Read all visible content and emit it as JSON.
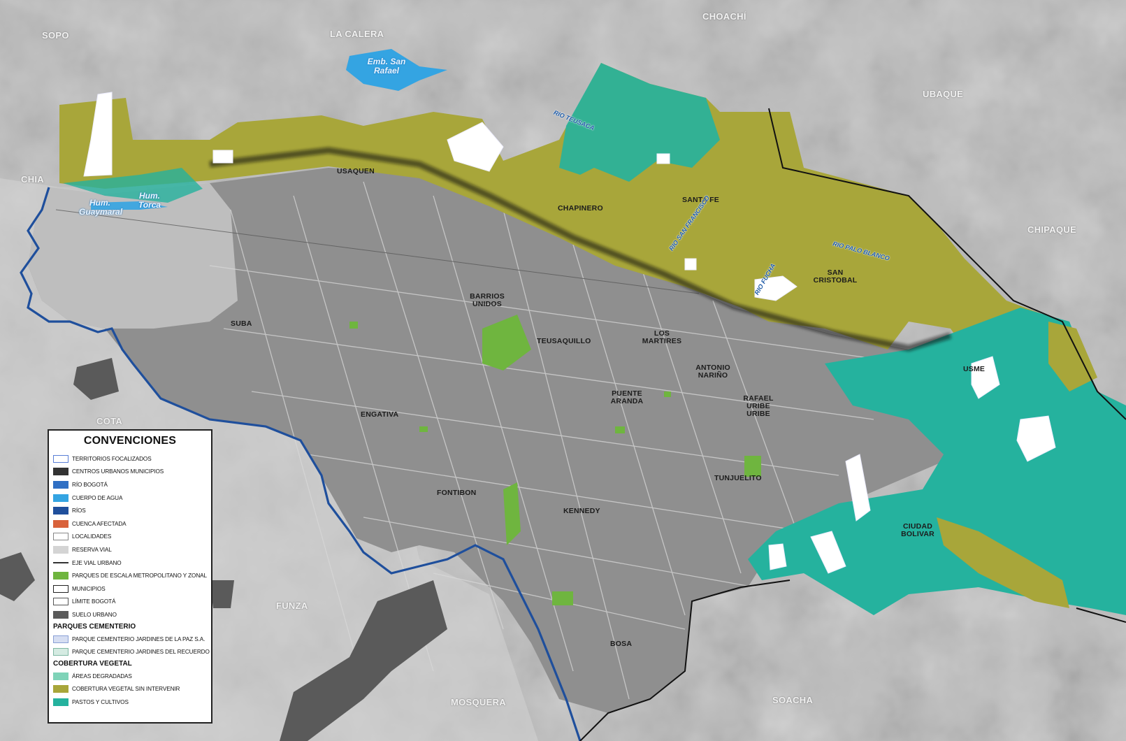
{
  "labels": {
    "external": [
      "SOPO",
      "LA CALERA",
      "CHOACHÍ",
      "CHIA",
      "UBAQUE",
      "CHIPAQUE",
      "COTA",
      "FUNZA",
      "MOSQUERA",
      "SOACHA"
    ],
    "localities": [
      "USAQUEN",
      "CHAPINERO",
      "SANTA FE",
      "SAN CRISTOBAL",
      "SUBA",
      "BARRIOS UNIDOS",
      "TEUSAQUILLO",
      "LOS MARTIRES",
      "ANTONIO NARIÑO",
      "ENGATIVA",
      "PUENTE ARANDA",
      "RAFAEL URIBE URIBE",
      "USME",
      "FONTIBON",
      "KENNEDY",
      "TUNJUELITO",
      "CIUDAD BOLIVAR",
      "BOSA"
    ],
    "water": [
      "Emb. San Rafael",
      "Hum. Guaymaral",
      "Hum. Torca"
    ],
    "rivers": [
      "RIO TEUSACA",
      "RIO SAN FRANCISCO",
      "RIO PALO BLANCO",
      "RIO FUCHA"
    ]
  },
  "legend": {
    "title": "CONVENCIONES",
    "items": [
      {
        "label": "TERRITORIOS FOCALIZADOS",
        "color": "#ffffff",
        "border": "#5a7fd6"
      },
      {
        "label": "CENTROS URBANOS MUNICIPIOS",
        "color": "#333333",
        "border": "#333333"
      },
      {
        "label": "RÍO BOGOTÁ",
        "color": "#2f6fc4",
        "border": "#2f6fc4"
      },
      {
        "label": "CUERPO DE AGUA",
        "color": "#34a4e2",
        "border": "#34a4e2"
      },
      {
        "label": "RÍOS",
        "color": "#1f4f9c",
        "border": "#1f4f9c"
      },
      {
        "label": "CUENCA AFECTADA",
        "color": "#d9623b",
        "border": "#d9623b"
      },
      {
        "label": "LOCALIDADES",
        "color": "#ffffff",
        "border": "#888888"
      },
      {
        "label": "RESERVA VIAL",
        "color": "#d4d4d4",
        "border": "#d4d4d4"
      },
      {
        "label": "EJE VIAL URBANO",
        "color": "line",
        "border": "#333333"
      },
      {
        "label": "PARQUES DE ESCALA METROPOLITANO Y ZONAL",
        "color": "#6fb53f",
        "border": "#6fb53f"
      },
      {
        "label": "MUNICIPIOS",
        "color": "#ffffff",
        "border": "#222222"
      },
      {
        "label": "LÍMITE BOGOTÁ",
        "color": "#ffffff",
        "border": "#555555"
      },
      {
        "label": "SUELO URBANO",
        "color": "#5a5a5a",
        "border": "#5a5a5a"
      }
    ],
    "cemetery_title": "PARQUES CEMENTERIO",
    "cemetery_items": [
      {
        "label": "PARQUE CEMENTERIO JARDINES DE LA PAZ S.A.",
        "color": "#d6def2",
        "border": "#8aa0d6"
      },
      {
        "label": "PARQUE CEMENTERIO JARDINES DEL RECUERDO",
        "color": "#d5ebe2",
        "border": "#7fb8a3"
      }
    ],
    "veg_title": "COBERTURA VEGETAL",
    "veg_items": [
      {
        "label": "ÁREAS DEGRADADAS",
        "color": "#7fd3b8",
        "border": "#7fd3b8"
      },
      {
        "label": "COBERTURA VEGETAL SIN INTERVENIR",
        "color": "#a8a63a",
        "border": "#a8a63a"
      },
      {
        "label": "PASTOS Y CULTIVOS",
        "color": "#25b29e",
        "border": "#25b29e"
      }
    ]
  },
  "colors": {
    "terrain": "#bdbdbd",
    "urban": "#8f8f8f",
    "vegetation_intact": "#a8a63a",
    "pasture": "#25b29e",
    "water_body": "#34a4e2",
    "river": "#1f4f9c",
    "park": "#6fb53f"
  }
}
